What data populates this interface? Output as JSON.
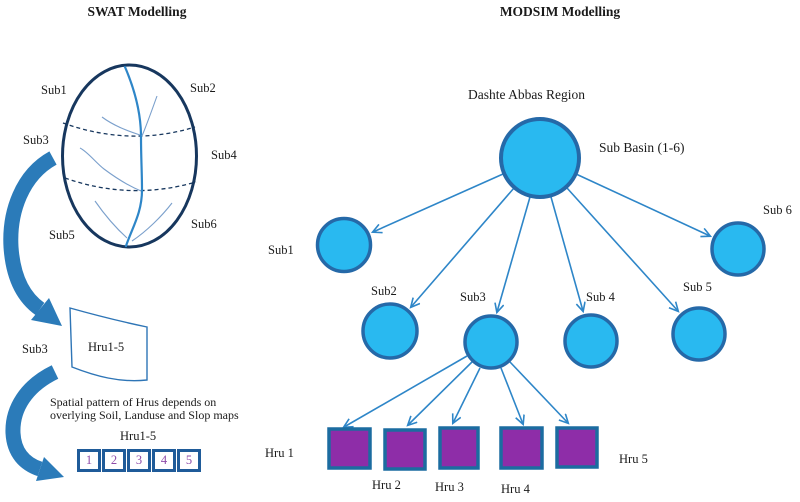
{
  "titles": {
    "swat": "SWAT Modelling",
    "modsim": "MODSIM Modelling"
  },
  "swat": {
    "sub_labels": [
      "Sub1",
      "Sub2",
      "Sub3",
      "Sub4",
      "Sub5",
      "Sub6"
    ],
    "hru_region_label": "Sub3",
    "hru_shape_label": "Hru1-5",
    "note_line1": "Spatial pattern of Hrus depends on",
    "note_line2": "overlying Soil, Landuse and Slop maps",
    "hru_row_label": "Hru1-5",
    "hru_boxes": [
      "1",
      "2",
      "3",
      "4",
      "5"
    ]
  },
  "modsim": {
    "region_label": "Dashte Abbas Region",
    "root_label": "Sub Basin (1-6)",
    "sub_labels": [
      "Sub1",
      "Sub2",
      "Sub3",
      "Sub 4",
      "Sub 5",
      "Sub 6"
    ],
    "hru_labels": [
      "Hru 1",
      "Hru 2",
      "Hru 3",
      "Hru 4",
      "Hru 5"
    ]
  },
  "colors": {
    "circle_fill": "#29b9f0",
    "circle_stroke": "#2569a8",
    "square_fill": "#8e2da8",
    "square_stroke": "#1b6ca0",
    "arrow": "#2e86c8",
    "thick_arrow": "#2b7bb9",
    "ellipse_stroke": "#17375e",
    "river": "#2e86c8",
    "branch": "#7ba0cc",
    "numbox_border": "#1f5b99",
    "numbox_text": "#8e4ba8",
    "text": "#1a1a1a"
  }
}
